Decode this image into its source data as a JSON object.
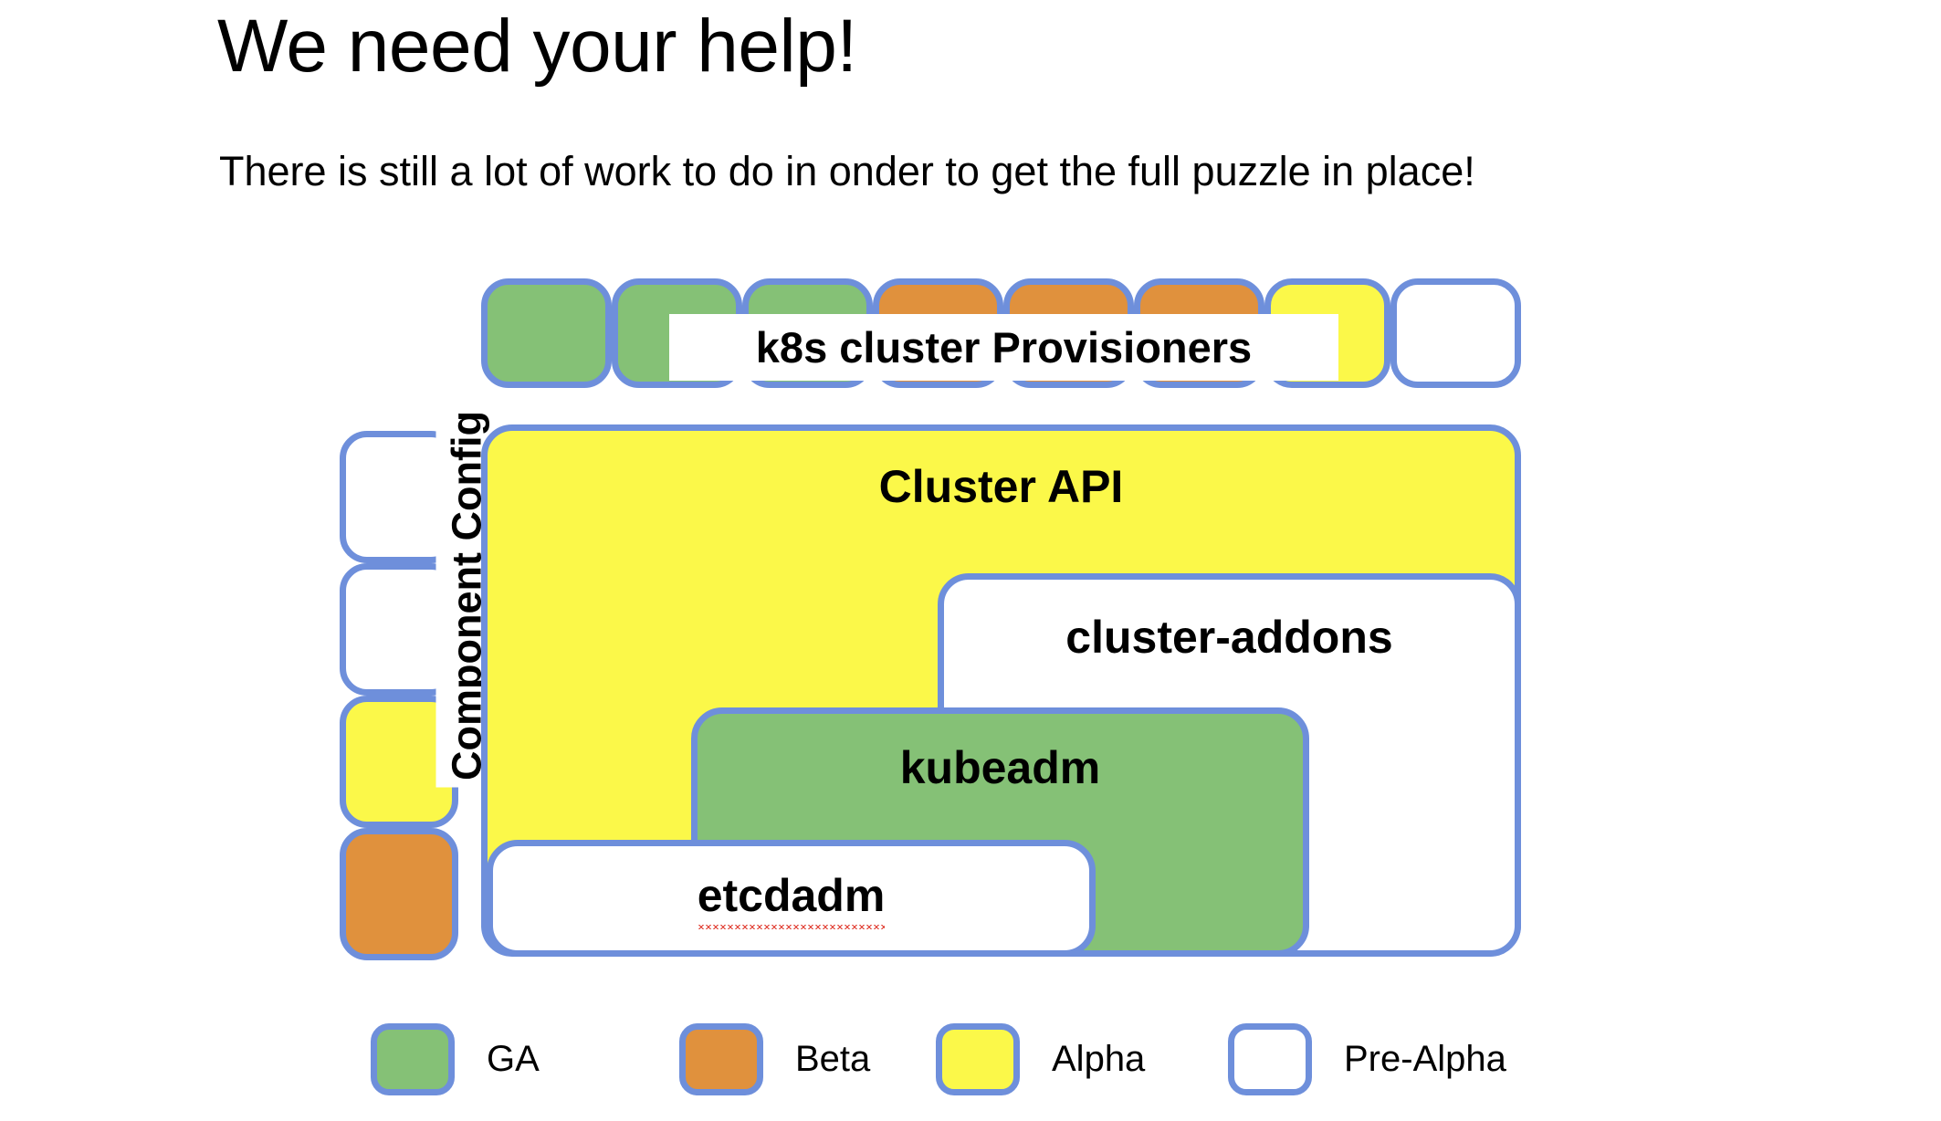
{
  "slide": {
    "title": "We need your help!",
    "subtitle": "There is still a lot of work to do in onder to get the full puzzle in place!"
  },
  "colors": {
    "border": "#6e8fdb",
    "ga": "#85c176",
    "beta": "#e0913d",
    "alpha": "#fbf849",
    "pre_alpha": "#ffffff",
    "spellcheck_underline": "#e03b2f",
    "background": "#ffffff",
    "text": "#000000"
  },
  "provisioner_strip": {
    "label": "k8s cluster Provisioners",
    "cells": [
      {
        "name": "provisioner-cell-1",
        "status": "GA"
      },
      {
        "name": "provisioner-cell-2",
        "status": "GA"
      },
      {
        "name": "provisioner-cell-3",
        "status": "GA"
      },
      {
        "name": "provisioner-cell-4",
        "status": "Beta"
      },
      {
        "name": "provisioner-cell-5",
        "status": "Beta"
      },
      {
        "name": "provisioner-cell-6",
        "status": "Beta"
      },
      {
        "name": "provisioner-cell-7",
        "status": "Alpha"
      },
      {
        "name": "provisioner-cell-8",
        "status": "Pre-Alpha"
      }
    ]
  },
  "component_config": {
    "label": "Component Config",
    "cells": [
      {
        "name": "component-config-cell-1",
        "status": "Pre-Alpha"
      },
      {
        "name": "component-config-cell-2",
        "status": "Pre-Alpha"
      },
      {
        "name": "component-config-cell-3",
        "status": "Alpha"
      },
      {
        "name": "component-config-cell-4",
        "status": "Beta"
      }
    ]
  },
  "stack": {
    "cluster_api": {
      "label": "Cluster API",
      "status": "Alpha"
    },
    "cluster_addons": {
      "label": "cluster-addons",
      "status": "Pre-Alpha"
    },
    "kubeadm": {
      "label": "kubeadm",
      "status": "GA"
    },
    "etcdadm": {
      "label": "etcdadm",
      "status": "Pre-Alpha",
      "spellcheck_flagged": true
    }
  },
  "legend": {
    "items": [
      {
        "label": "GA",
        "status": "GA"
      },
      {
        "label": "Beta",
        "status": "Beta"
      },
      {
        "label": "Alpha",
        "status": "Alpha"
      },
      {
        "label": "Pre-Alpha",
        "status": "Pre-Alpha"
      }
    ]
  }
}
